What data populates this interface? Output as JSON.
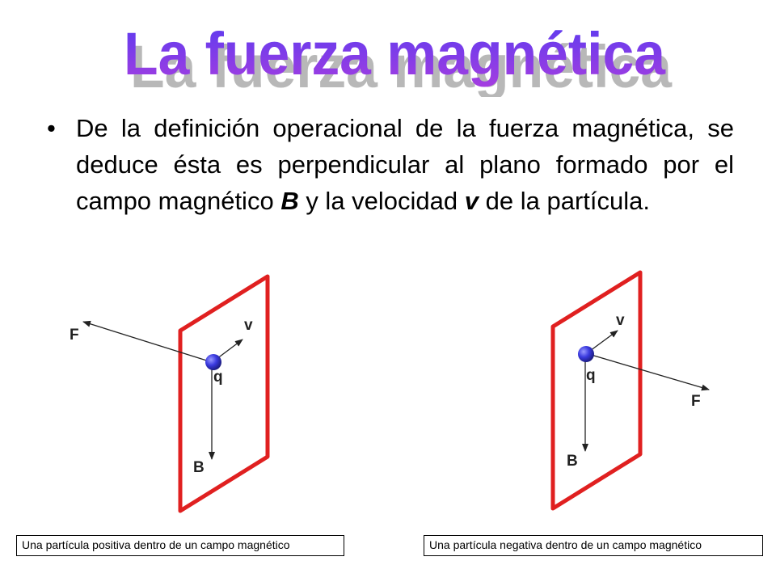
{
  "title": "La fuerza magnética",
  "bullet": {
    "part1": "De la definición operacional de la fuerza magnética, se deduce ésta es perpendicular al plano formado por el campo magnético ",
    "b_symbol": "B",
    "part2": " y la velocidad ",
    "v_symbol": "v",
    "part3": " de la partícula."
  },
  "left_diagram": {
    "labels": {
      "F": "F",
      "v": "v",
      "q": "q",
      "B": "B"
    }
  },
  "right_diagram": {
    "labels": {
      "F": "F",
      "v": "v",
      "q": "q",
      "B": "B"
    }
  },
  "captions": {
    "left": "Una partícula positiva dentro de un campo magnético",
    "right": "Una partícula negativa dentro de un campo magnético"
  },
  "colors": {
    "title_gradient_top": "#5a3cf0",
    "title_gradient_bottom": "#a53de0",
    "plane_frame": "#e02020",
    "particle": "#3a3adf"
  }
}
